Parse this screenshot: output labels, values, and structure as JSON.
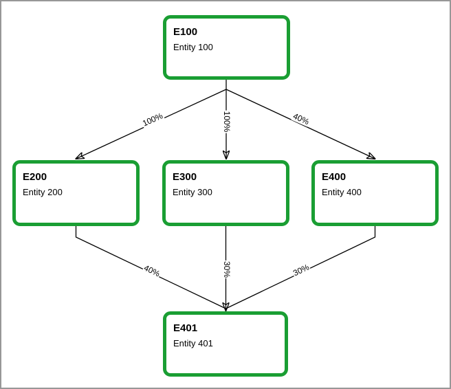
{
  "diagram": {
    "description": "Entity ownership flowchart",
    "colors": {
      "node_border": "#1A9E33",
      "node_fill": "#ffffff",
      "edge_line": "#000000",
      "canvas_frame": "#979797",
      "canvas_background": "#ffffff",
      "text": "#000000"
    },
    "nodes": [
      {
        "id": "E100",
        "title": "E100",
        "subtitle": "Entity 100"
      },
      {
        "id": "E200",
        "title": "E200",
        "subtitle": "Entity 200"
      },
      {
        "id": "E300",
        "title": "E300",
        "subtitle": "Entity 300"
      },
      {
        "id": "E400",
        "title": "E400",
        "subtitle": "Entity 400"
      },
      {
        "id": "E401",
        "title": "E401",
        "subtitle": "Entity 401"
      }
    ],
    "edges": [
      {
        "from": "E100",
        "to": "E200",
        "label": "100%"
      },
      {
        "from": "E100",
        "to": "E300",
        "label": "100%"
      },
      {
        "from": "E100",
        "to": "E400",
        "label": "40%"
      },
      {
        "from": "E200",
        "to": "E401",
        "label": "40%"
      },
      {
        "from": "E300",
        "to": "E401",
        "label": "30%"
      },
      {
        "from": "E400",
        "to": "E401",
        "label": "30%"
      }
    ]
  }
}
